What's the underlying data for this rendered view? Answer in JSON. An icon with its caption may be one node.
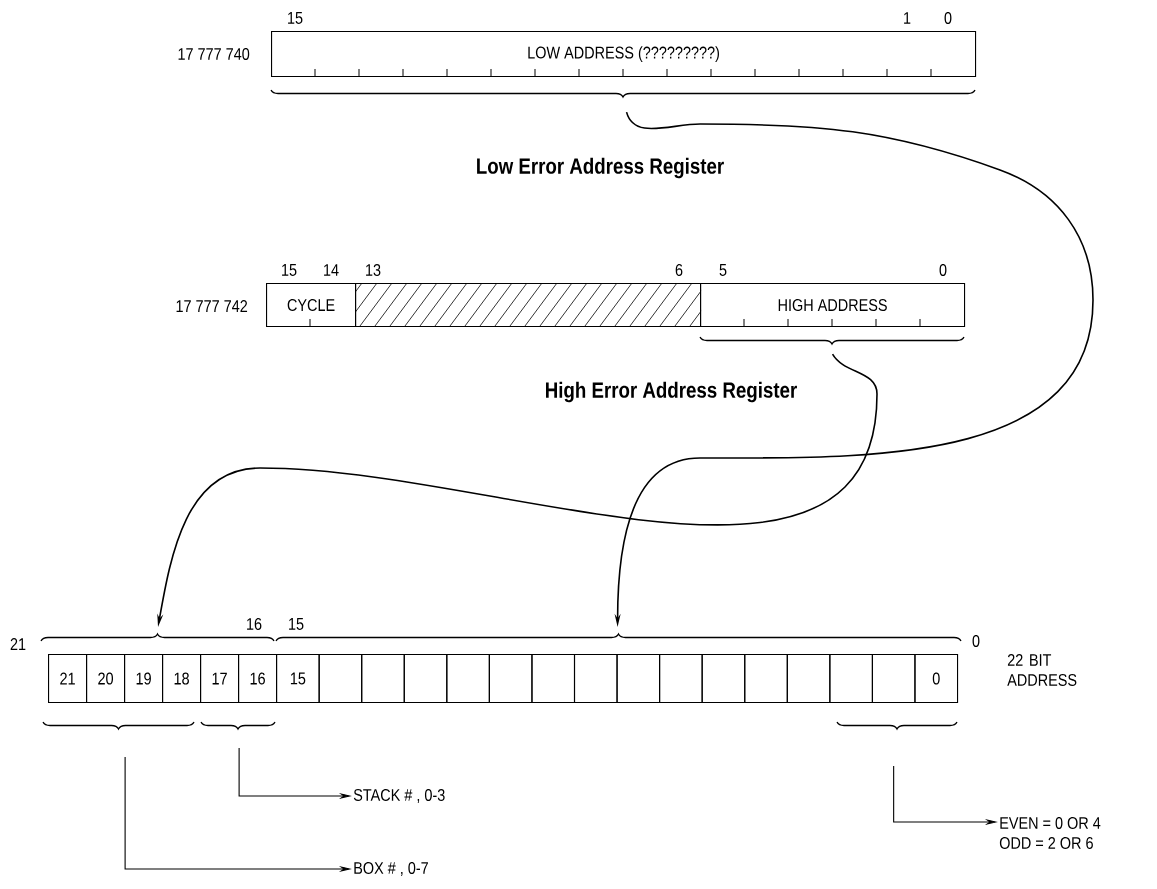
{
  "diagram": {
    "nodes": [
      {
        "text": [
          "LOW ADDRESS (?????????)"
        ]
      },
      {
        "text": [
          "CYCLE"
        ]
      },
      {
        "text": [],
        "shape": "box"
      },
      {
        "text": [
          "HIGH ADDRESS"
        ]
      },
      {
        "text": [
          "21"
        ]
      },
      {
        "text": [
          "20"
        ]
      },
      {
        "text": [
          "19"
        ]
      },
      {
        "text": [
          "18"
        ]
      },
      {
        "text": [
          "17"
        ]
      },
      {
        "text": [
          "16"
        ]
      },
      {
        "text": [
          "15"
        ]
      },
      {
        "text": [],
        "shape": "box"
      },
      {
        "text": [],
        "shape": "box"
      },
      {
        "text": [],
        "shape": "box"
      },
      {
        "text": [],
        "shape": "box"
      },
      {
        "text": [],
        "shape": "box"
      },
      {
        "text": [],
        "shape": "box"
      },
      {
        "text": [],
        "shape": "box"
      },
      {
        "text": [],
        "shape": "box"
      },
      {
        "text": [],
        "shape": "box"
      },
      {
        "text": [],
        "shape": "box"
      },
      {
        "text": [],
        "shape": "box"
      },
      {
        "text": [],
        "shape": "box"
      },
      {
        "text": [],
        "shape": "box"
      },
      {
        "text": [],
        "shape": "box"
      },
      {
        "text": [
          "0"
        ]
      },
      {
        "text": [
          "STACK # , 0-3"
        ]
      },
      {
        "text": [
          "BOX # , 0-7"
        ]
      },
      {
        "text": [
          "EVEN = 0 OR 4",
          "ODD = 2 OR 6"
        ]
      }
    ],
    "edges": [
      {
        "from": 0,
        "to": 17,
        "arrow": "to"
      },
      {
        "from": 3,
        "to": 7,
        "arrow": "to"
      },
      {
        "from": 8,
        "to": 26,
        "arrow": "to"
      },
      {
        "from": 5,
        "to": 27,
        "arrow": "to"
      },
      {
        "from": 24,
        "to": 28,
        "arrow": "to"
      }
    ],
    "labels": [
      "15",
      "1",
      "0",
      "17 777 740",
      "Low Error Address Register",
      "15",
      "14",
      "13",
      "6",
      "5",
      "0",
      "17 777 742",
      "High Error Address Register",
      "21",
      "16",
      "15",
      "0",
      "22 BIT ADDRESS"
    ]
  }
}
